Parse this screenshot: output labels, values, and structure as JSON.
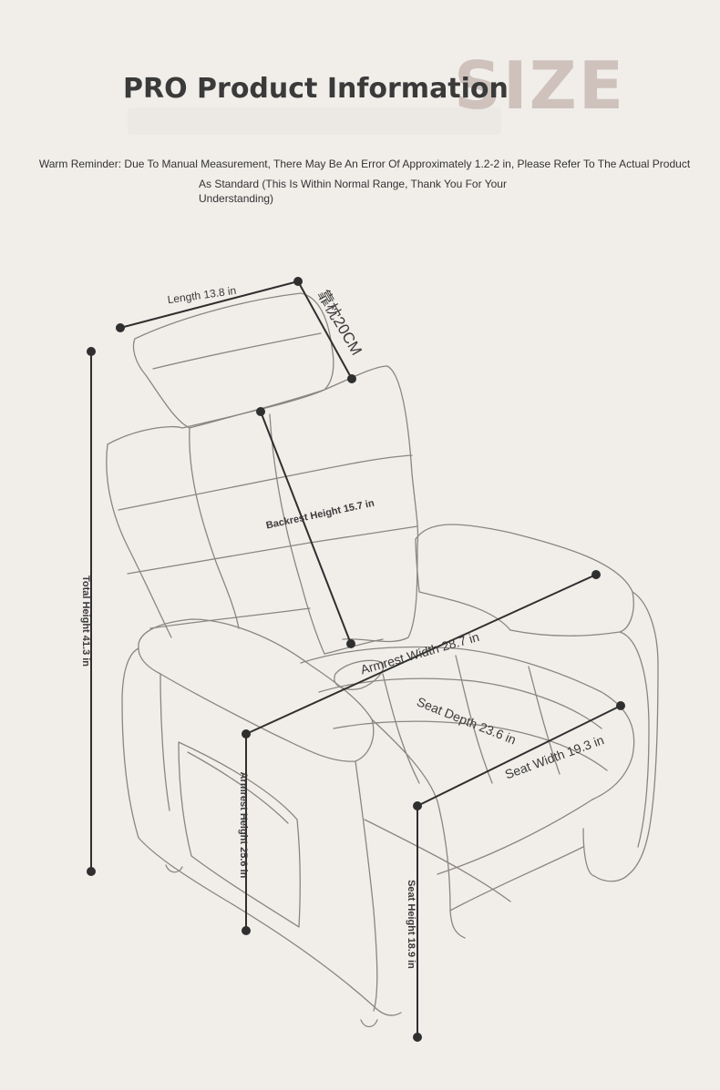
{
  "header": {
    "watermark": "SIZE",
    "title": "PRO Product Information",
    "reminder_line1": "Warm Reminder: Due To Manual Measurement, There May Be An Error Of Approximately 1.2-2 in, Please Refer To The Actual Product",
    "reminder_line2": "As Standard (This Is Within Normal Range, Thank You For Your Understanding)"
  },
  "dimensions": {
    "length": "Length 13.8 in",
    "headrest_tag": "靠枕20CM",
    "backrest_height": "Backrest Height 15.7 in",
    "total_height": "Total Height 41.3 in",
    "armrest_width": "Armrest Width 28.7 in",
    "seat_depth": "Seat Depth 23.6 in",
    "seat_width": "Seat Width 19.3 in",
    "armrest_height": "Armrest Height 25.6 in",
    "seat_height": "Seat Height 18.9 in"
  },
  "colors": {
    "background": "#f1eeea",
    "line": "#2f2f2f",
    "outline": "#8a8580",
    "watermark": "#cfc2bd"
  }
}
